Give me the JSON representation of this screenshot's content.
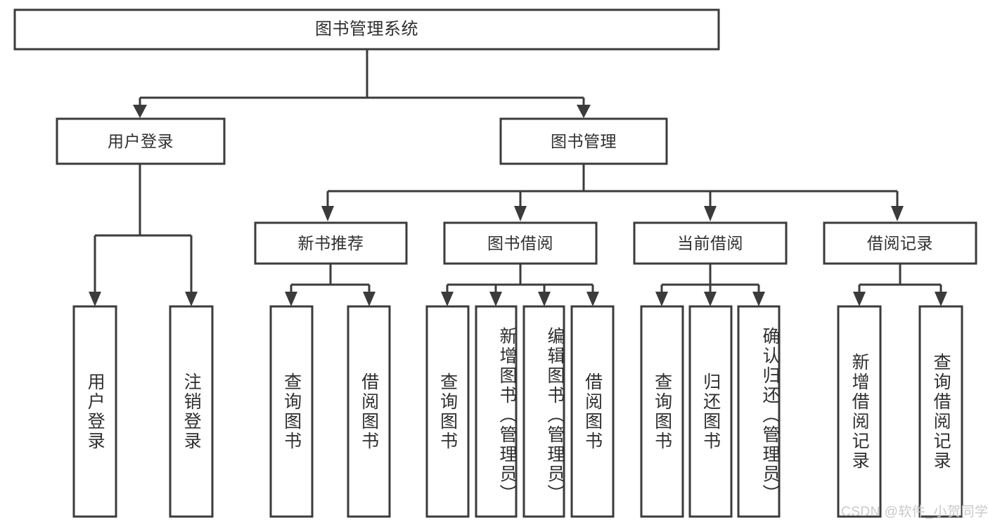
{
  "diagram": {
    "title": "图书管理系统",
    "type": "tree-hierarchy-chart",
    "watermark": "CSDN @软件_小贺同学",
    "colors": {
      "stroke": "#3b3b3b",
      "fill": "#ffffff",
      "text": "#2f2f2f",
      "watermark": "#c9c9c9",
      "background": "#ffffff"
    },
    "root": {
      "label": "图书管理系统"
    },
    "level2": [
      {
        "id": "user-login",
        "label": "用户登录"
      },
      {
        "id": "book-management",
        "label": "图书管理"
      }
    ],
    "level3": [
      {
        "id": "new-book-recommend",
        "label": "新书推荐",
        "parent": "book-management"
      },
      {
        "id": "book-borrow",
        "label": "图书借阅",
        "parent": "book-management"
      },
      {
        "id": "current-borrow",
        "label": "当前借阅",
        "parent": "book-management"
      },
      {
        "id": "borrow-record",
        "label": "借阅记录",
        "parent": "book-management"
      }
    ],
    "leaves": {
      "user-login": [
        {
          "id": "leaf-user-login",
          "label": "用户登录"
        },
        {
          "id": "leaf-logout",
          "label": "注销登录"
        }
      ],
      "new-book-recommend": [
        {
          "id": "leaf-query-book-1",
          "label": "查询图书"
        },
        {
          "id": "leaf-borrow-book-1",
          "label": "借阅图书"
        }
      ],
      "book-borrow": [
        {
          "id": "leaf-query-book-2",
          "label": "查询图书"
        },
        {
          "id": "leaf-add-book",
          "label": "新增图书（管理员）"
        },
        {
          "id": "leaf-edit-book",
          "label": "编辑图书（管理员）"
        },
        {
          "id": "leaf-borrow-book-2",
          "label": "借阅图书"
        }
      ],
      "current-borrow": [
        {
          "id": "leaf-query-book-3",
          "label": "查询图书"
        },
        {
          "id": "leaf-return-book",
          "label": "归还图书"
        },
        {
          "id": "leaf-confirm-return",
          "label": "确认归还（管理员）"
        }
      ],
      "borrow-record": [
        {
          "id": "leaf-add-record",
          "label": "新增借阅记录"
        },
        {
          "id": "leaf-query-record",
          "label": "查询借阅记录"
        }
      ]
    }
  }
}
